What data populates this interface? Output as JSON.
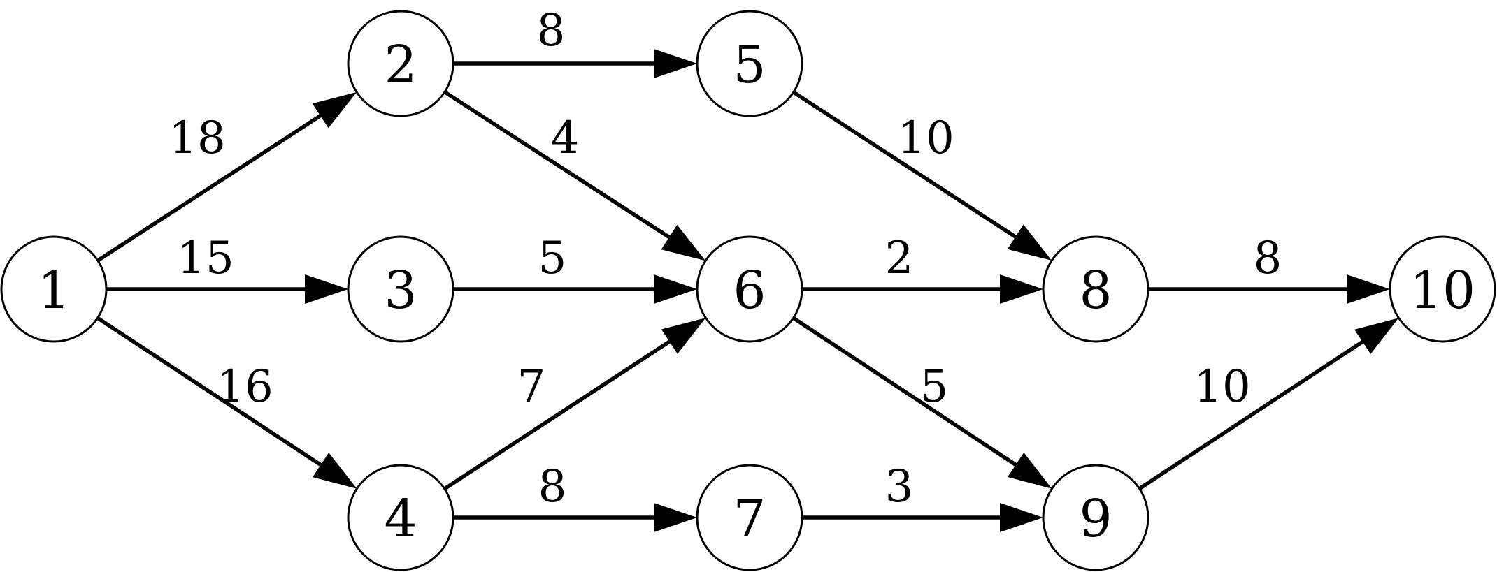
{
  "nodes": [
    {
      "id": "1",
      "label": "1"
    },
    {
      "id": "2",
      "label": "2"
    },
    {
      "id": "3",
      "label": "3"
    },
    {
      "id": "4",
      "label": "4"
    },
    {
      "id": "5",
      "label": "5"
    },
    {
      "id": "6",
      "label": "6"
    },
    {
      "id": "7",
      "label": "7"
    },
    {
      "id": "8",
      "label": "8"
    },
    {
      "id": "9",
      "label": "9"
    },
    {
      "id": "10",
      "label": "10"
    }
  ],
  "edges": [
    {
      "from": "1",
      "to": "2",
      "weight": "18"
    },
    {
      "from": "1",
      "to": "3",
      "weight": "15"
    },
    {
      "from": "1",
      "to": "4",
      "weight": "16"
    },
    {
      "from": "2",
      "to": "5",
      "weight": "8"
    },
    {
      "from": "2",
      "to": "6",
      "weight": "4"
    },
    {
      "from": "3",
      "to": "6",
      "weight": "5"
    },
    {
      "from": "4",
      "to": "6",
      "weight": "7"
    },
    {
      "from": "4",
      "to": "7",
      "weight": "8"
    },
    {
      "from": "5",
      "to": "8",
      "weight": "10"
    },
    {
      "from": "6",
      "to": "8",
      "weight": "2"
    },
    {
      "from": "6",
      "to": "9",
      "weight": "5"
    },
    {
      "from": "7",
      "to": "9",
      "weight": "3"
    },
    {
      "from": "8",
      "to": "10",
      "weight": "8"
    },
    {
      "from": "9",
      "to": "10",
      "weight": "10"
    }
  ]
}
